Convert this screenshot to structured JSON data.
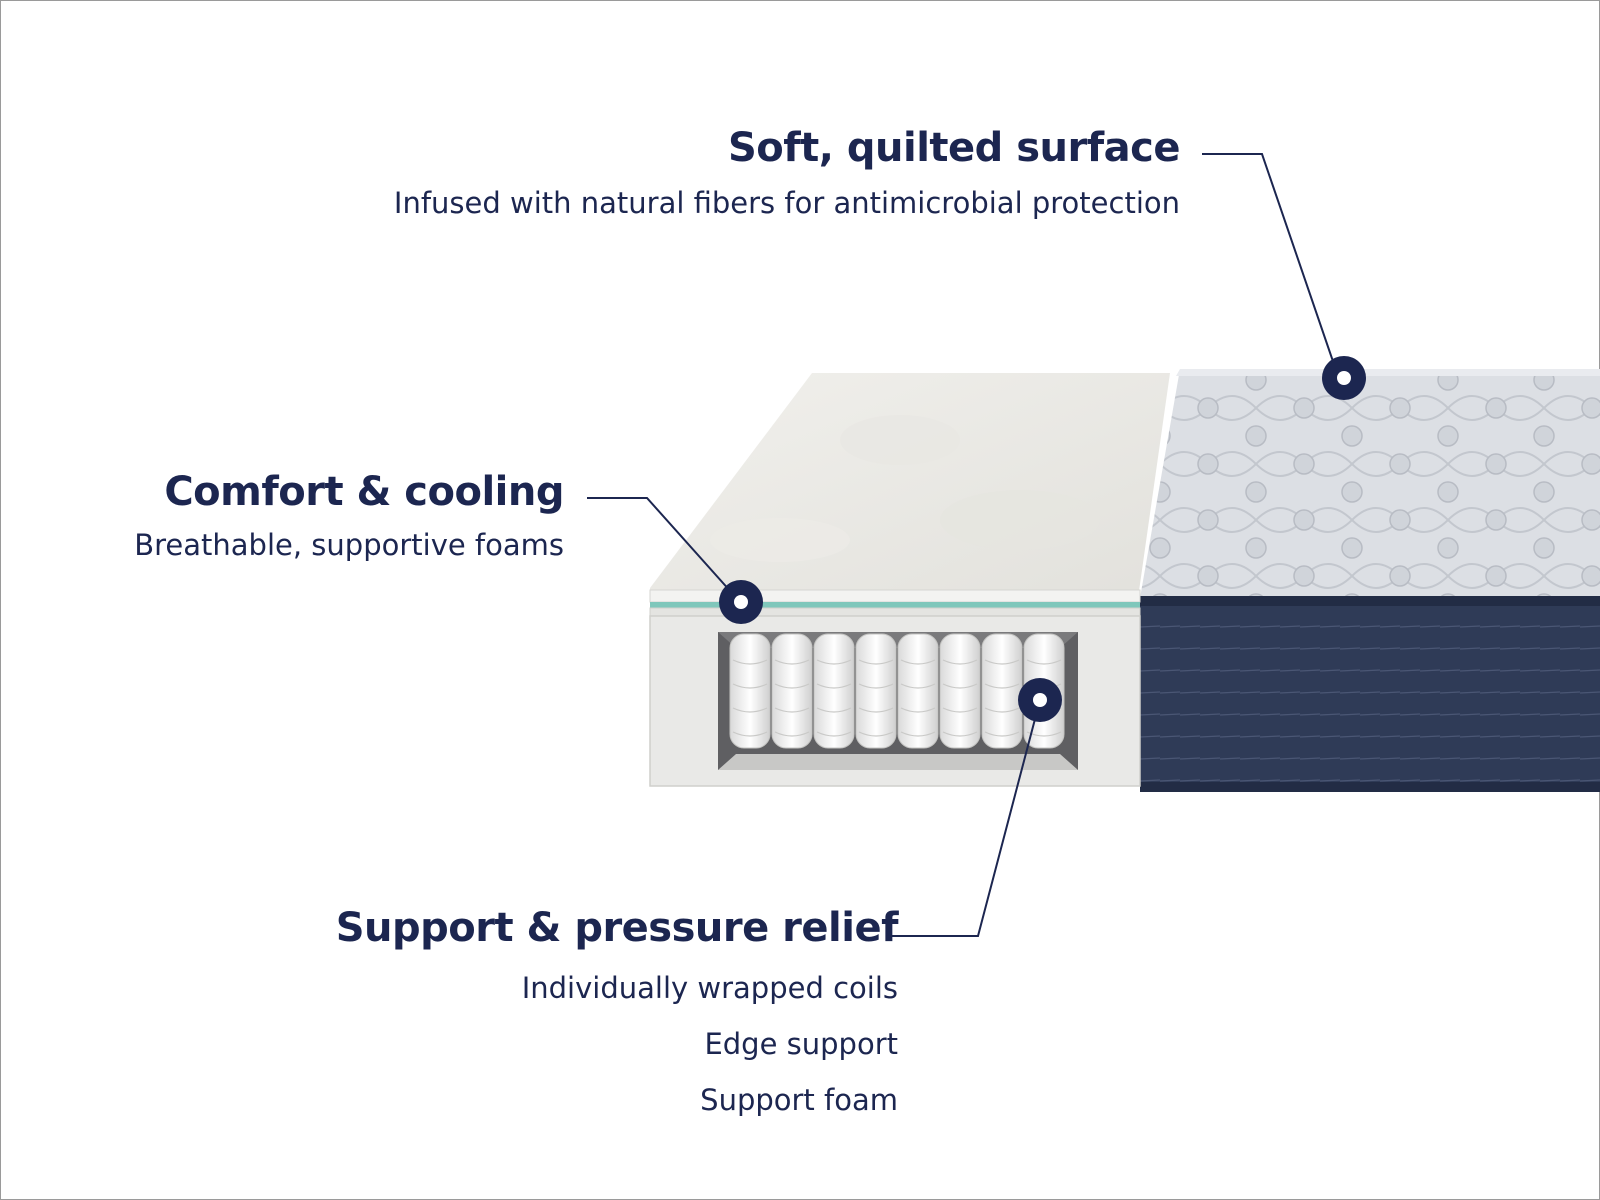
{
  "colors": {
    "navy": "#1c2650",
    "cover_side": "#2e3a56",
    "cover_top": "#d8dbe0",
    "foam": "#e9e8e4",
    "cooling_accent": "#7fc7bb"
  },
  "callouts": {
    "surface": {
      "title": "Soft, quilted surface",
      "subtitle": "Infused with natural fibers for antimicrobial protection",
      "marker_icon": "hotspot-dot-icon"
    },
    "comfort": {
      "title": "Comfort & cooling",
      "subtitle": "Breathable, supportive foams",
      "marker_icon": "hotspot-dot-icon"
    },
    "support": {
      "title": "Support & pressure relief",
      "lines": [
        "Individually wrapped coils",
        "Edge support",
        "Support foam"
      ],
      "marker_icon": "hotspot-dot-icon"
    }
  }
}
